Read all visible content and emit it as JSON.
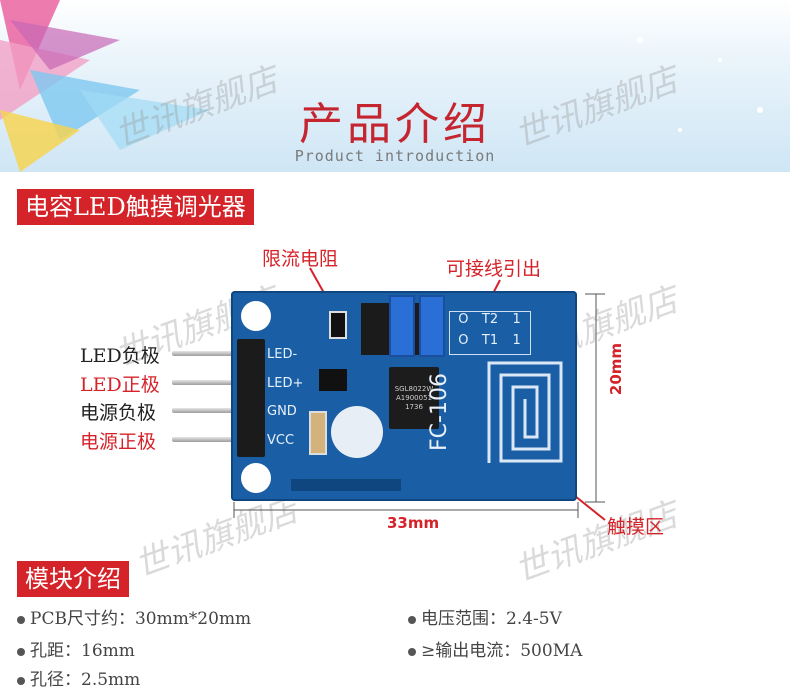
{
  "banner": {
    "title": "产品介绍",
    "subtitle": "Product introduction",
    "watermark": "世讯旗舰店"
  },
  "section1": {
    "title": "电容LED触摸调光器"
  },
  "annotations": {
    "resistor": "限流电阻",
    "lead_out": "可接线引出",
    "touch_area": "触摸区",
    "height": "20mm",
    "width": "33mm"
  },
  "pins": [
    {
      "label": "LED负极",
      "color": "#222222",
      "silk": "LED-"
    },
    {
      "label": "LED正极",
      "color": "#d5232a",
      "silk": "LED+"
    },
    {
      "label": "电源负极",
      "color": "#222222",
      "silk": "GND"
    },
    {
      "label": "电源正极",
      "color": "#d5232a",
      "silk": "VCC"
    }
  ],
  "board": {
    "model": "FC-106",
    "jumper_labels": [
      "O",
      "T2",
      "1",
      "O",
      "T1",
      "1"
    ],
    "chip_text": [
      "SGL8022W",
      "A1900051",
      "1736"
    ]
  },
  "section2": {
    "title": "模块介绍"
  },
  "specs_left": [
    "PCB尺寸约：30mm*20mm",
    "孔距：16mm",
    "孔径：2.5mm"
  ],
  "specs_right": [
    "电压范围：2.4-5V",
    "≥输出电流：500MA"
  ],
  "colors": {
    "accent_red": "#d5232a",
    "pcb_blue": "#1a5fa6"
  }
}
